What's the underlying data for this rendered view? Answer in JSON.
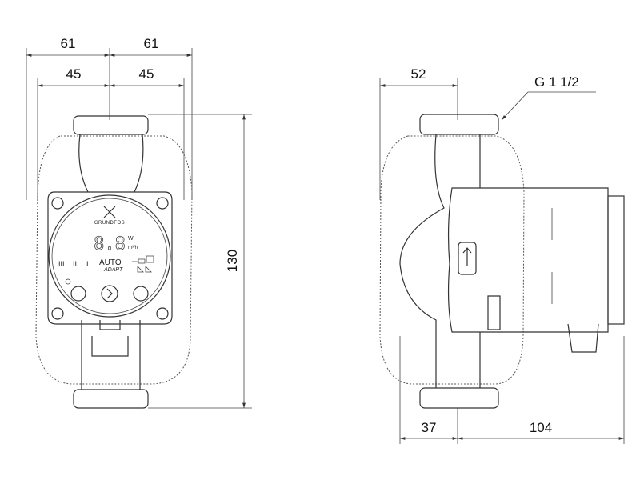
{
  "front_view": {
    "dim_total_width_left": "61",
    "dim_total_width_right": "61",
    "dim_flange_left": "45",
    "dim_flange_right": "45",
    "dim_height": "130",
    "panel": {
      "brand_logo": "GRUNDFOS",
      "display_digits": "8.8",
      "unit_power": "W",
      "unit_flow": "m³/h",
      "speed_marks": [
        "III",
        "II",
        "I"
      ],
      "auto_label": "AUTO",
      "adapt_label": "ADAPT"
    }
  },
  "side_view": {
    "dim_axis_offset": "52",
    "thread_label": "G 1 1/2",
    "dim_bottom_left": "37",
    "dim_bottom_right": "104"
  }
}
